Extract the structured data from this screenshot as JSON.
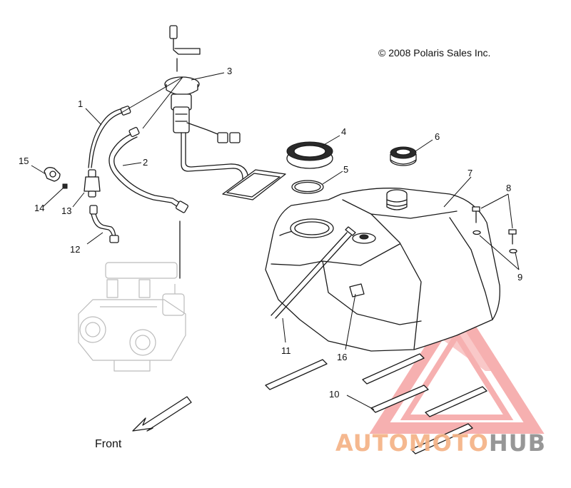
{
  "copyright": "© 2008 Polaris Sales Inc.",
  "front_label": "Front",
  "callouts": [
    "1",
    "2",
    "3",
    "4",
    "5",
    "6",
    "7",
    "8",
    "9",
    "10",
    "11",
    "12",
    "13",
    "14",
    "15",
    "16"
  ],
  "watermark": {
    "part1": "AUTOMOTO",
    "part2": "HUB",
    "color_light": "#f4b183",
    "color_dark": "#8c8c8c",
    "triangle_color": "#f08080"
  }
}
